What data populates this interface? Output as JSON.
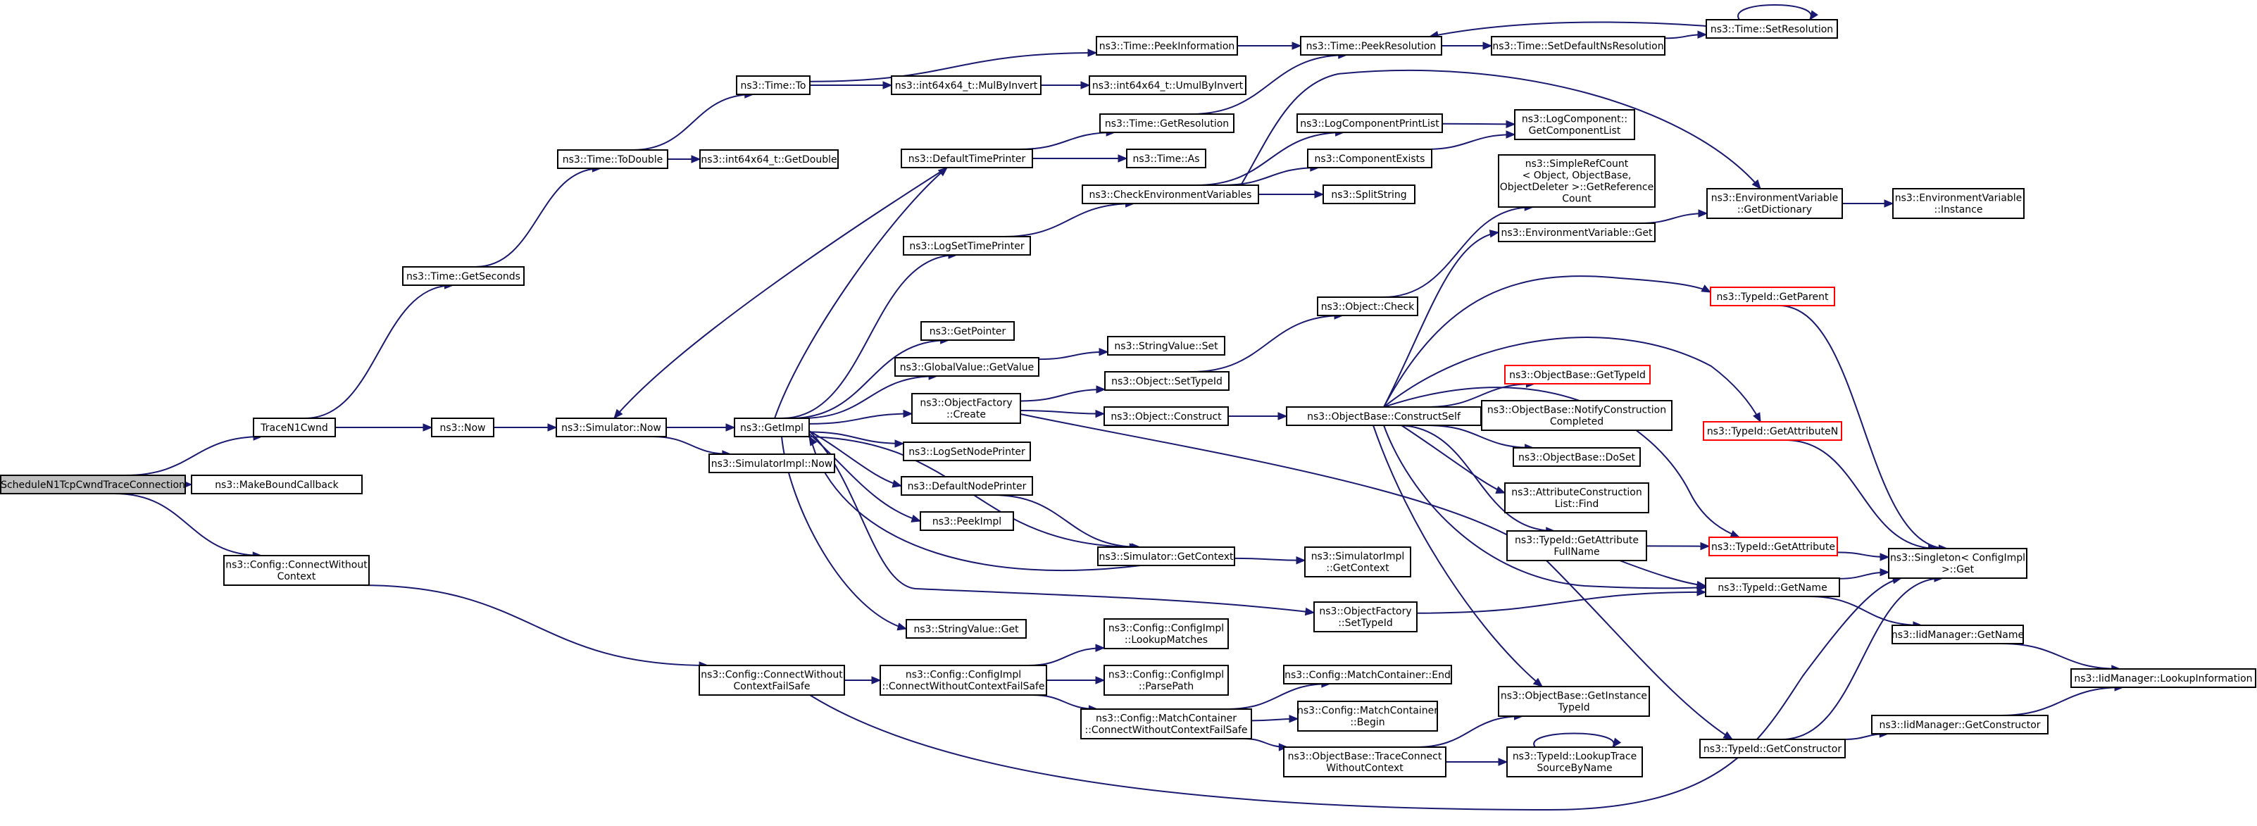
{
  "nodes": [
    {
      "id": "n_root",
      "lines": [
        "ScheduleN1TcpCwndTraceConnection"
      ],
      "style": "root"
    },
    {
      "id": "n_tracen1",
      "lines": [
        "TraceN1Cwnd"
      ]
    },
    {
      "id": "n_makebound",
      "lines": [
        "ns3::MakeBoundCallback"
      ]
    },
    {
      "id": "n_cfgconn",
      "lines": [
        "ns3::Config::ConnectWithout",
        "Context"
      ]
    },
    {
      "id": "n_getseconds",
      "lines": [
        "ns3::Time::GetSeconds"
      ]
    },
    {
      "id": "n_now",
      "lines": [
        "ns3::Now"
      ]
    },
    {
      "id": "n_todouble",
      "lines": [
        "ns3::Time::ToDouble"
      ]
    },
    {
      "id": "n_getdouble",
      "lines": [
        "ns3::int64x64_t::GetDouble"
      ]
    },
    {
      "id": "n_timeto",
      "lines": [
        "ns3::Time::To"
      ]
    },
    {
      "id": "n_mulbyinv",
      "lines": [
        "ns3::int64x64_t::MulByInvert"
      ]
    },
    {
      "id": "n_umulbyinv",
      "lines": [
        "ns3::int64x64_t::UmulByInvert"
      ]
    },
    {
      "id": "n_peekinfo",
      "lines": [
        "ns3::Time::PeekInformation"
      ]
    },
    {
      "id": "n_peekres",
      "lines": [
        "ns3::Time::PeekResolution"
      ]
    },
    {
      "id": "n_setdefres",
      "lines": [
        "ns3::Time::SetDefaultNsResolution"
      ]
    },
    {
      "id": "n_setres",
      "lines": [
        "ns3::Time::SetResolution"
      ]
    },
    {
      "id": "n_simnow",
      "lines": [
        "ns3::Simulator::Now"
      ]
    },
    {
      "id": "n_getimpl",
      "lines": [
        "ns3::GetImpl"
      ]
    },
    {
      "id": "n_simimplnow",
      "lines": [
        "ns3::SimulatorImpl::Now"
      ]
    },
    {
      "id": "n_deftimeprinter",
      "lines": [
        "ns3::DefaultTimePrinter"
      ]
    },
    {
      "id": "n_getres",
      "lines": [
        "ns3::Time::GetResolution"
      ]
    },
    {
      "id": "n_timeas",
      "lines": [
        "ns3::Time::As"
      ]
    },
    {
      "id": "n_checkenv",
      "lines": [
        "ns3::CheckEnvironmentVariables"
      ]
    },
    {
      "id": "n_logcompprint",
      "lines": [
        "ns3::LogComponentPrintList"
      ]
    },
    {
      "id": "n_getcomplist",
      "lines": [
        "ns3::LogComponent::",
        "GetComponentList"
      ]
    },
    {
      "id": "n_compexists",
      "lines": [
        "ns3::ComponentExists"
      ]
    },
    {
      "id": "n_splitstring",
      "lines": [
        "ns3::SplitString"
      ]
    },
    {
      "id": "n_logsettimeprinter",
      "lines": [
        "ns3::LogSetTimePrinter"
      ]
    },
    {
      "id": "n_getpointer",
      "lines": [
        "ns3::GetPointer"
      ]
    },
    {
      "id": "n_globalget",
      "lines": [
        "ns3::GlobalValue::GetValue"
      ]
    },
    {
      "id": "n_stringset",
      "lines": [
        "ns3::StringValue::Set"
      ]
    },
    {
      "id": "n_objfactcreate",
      "lines": [
        "ns3::ObjectFactory",
        "::Create"
      ]
    },
    {
      "id": "n_objsettypeid",
      "lines": [
        "ns3::Object::SetTypeId"
      ]
    },
    {
      "id": "n_objconstruct",
      "lines": [
        "ns3::Object::Construct"
      ]
    },
    {
      "id": "n_logsetnodeprinter",
      "lines": [
        "ns3::LogSetNodePrinter"
      ]
    },
    {
      "id": "n_defnodeprinter",
      "lines": [
        "ns3::DefaultNodePrinter"
      ]
    },
    {
      "id": "n_peekimpl",
      "lines": [
        "ns3::PeekImpl"
      ]
    },
    {
      "id": "n_simgetcontext",
      "lines": [
        "ns3::Simulator::GetContext"
      ]
    },
    {
      "id": "n_simimplgetcontext",
      "lines": [
        "ns3::SimulatorImpl",
        "::GetContext"
      ]
    },
    {
      "id": "n_stringget",
      "lines": [
        "ns3::StringValue::Get"
      ]
    },
    {
      "id": "n_objfactsettypeid",
      "lines": [
        "ns3::ObjectFactory",
        "::SetTypeId"
      ]
    },
    {
      "id": "n_objcheck",
      "lines": [
        "ns3::Object::Check"
      ]
    },
    {
      "id": "n_simplerefcount",
      "lines": [
        "ns3::SimpleRefCount",
        "< Object, ObjectBase,",
        "ObjectDeleter >::GetReference",
        "Count"
      ]
    },
    {
      "id": "n_envget",
      "lines": [
        "ns3::EnvironmentVariable::Get"
      ]
    },
    {
      "id": "n_envgetdict",
      "lines": [
        "ns3::EnvironmentVariable",
        "::GetDictionary"
      ]
    },
    {
      "id": "n_envinstance",
      "lines": [
        "ns3::EnvironmentVariable",
        "::Instance"
      ]
    },
    {
      "id": "n_constructself",
      "lines": [
        "ns3::ObjectBase::ConstructSelf"
      ]
    },
    {
      "id": "n_typeidgetparent",
      "lines": [
        "ns3::TypeId::GetParent"
      ],
      "style": "red"
    },
    {
      "id": "n_objbasegettypeid",
      "lines": [
        "ns3::ObjectBase::GetTypeId"
      ],
      "style": "red"
    },
    {
      "id": "n_notifyconstr",
      "lines": [
        "ns3::ObjectBase::NotifyConstruction",
        "Completed"
      ]
    },
    {
      "id": "n_doset",
      "lines": [
        "ns3::ObjectBase::DoSet"
      ]
    },
    {
      "id": "n_attrconstrfind",
      "lines": [
        "ns3::AttributeConstruction",
        "List::Find"
      ]
    },
    {
      "id": "n_getattrfullname",
      "lines": [
        "ns3::TypeId::GetAttribute",
        "FullName"
      ]
    },
    {
      "id": "n_getattrn",
      "lines": [
        "ns3::TypeId::GetAttributeN"
      ],
      "style": "red"
    },
    {
      "id": "n_getattribute",
      "lines": [
        "ns3::TypeId::GetAttribute"
      ],
      "style": "red"
    },
    {
      "id": "n_singletonget",
      "lines": [
        "ns3::Singleton< ConfigImpl",
        ">::Get"
      ]
    },
    {
      "id": "n_typeidgetname",
      "lines": [
        "ns3::TypeId::GetName"
      ]
    },
    {
      "id": "n_iidgetname",
      "lines": [
        "ns3::IidManager::GetName"
      ]
    },
    {
      "id": "n_iidlookup",
      "lines": [
        "ns3::IidManager::LookupInformation"
      ]
    },
    {
      "id": "n_cfgconnfailsafe",
      "lines": [
        "ns3::Config::ConnectWithout",
        "ContextFailSafe"
      ]
    },
    {
      "id": "n_cfgimplconn",
      "lines": [
        "ns3::Config::ConfigImpl",
        "::ConnectWithoutContextFailSafe"
      ]
    },
    {
      "id": "n_lookupmatches",
      "lines": [
        "ns3::Config::ConfigImpl",
        "::LookupMatches"
      ]
    },
    {
      "id": "n_parsepath",
      "lines": [
        "ns3::Config::ConfigImpl",
        "::ParsePath"
      ]
    },
    {
      "id": "n_matchcontconn",
      "lines": [
        "ns3::Config::MatchContainer",
        "::ConnectWithoutContextFailSafe"
      ]
    },
    {
      "id": "n_matchcontend",
      "lines": [
        "ns3::Config::MatchContainer::End"
      ]
    },
    {
      "id": "n_matchcontbegin",
      "lines": [
        "ns3::Config::MatchContainer",
        "::Begin"
      ]
    },
    {
      "id": "n_getinstancetypeid",
      "lines": [
        "ns3::ObjectBase::GetInstance",
        "TypeId"
      ]
    },
    {
      "id": "n_traceconnect",
      "lines": [
        "ns3::ObjectBase::TraceConnect",
        "WithoutContext"
      ]
    },
    {
      "id": "n_lookuptrace",
      "lines": [
        "ns3::TypeId::LookupTrace",
        "SourceByName"
      ]
    },
    {
      "id": "n_typeidgetconstructor",
      "lines": [
        "ns3::TypeId::GetConstructor"
      ]
    },
    {
      "id": "n_iidgetconstructor",
      "lines": [
        "ns3::IidManager::GetConstructor"
      ]
    }
  ],
  "edges": [
    [
      "n_root",
      "n_tracen1"
    ],
    [
      "n_root",
      "n_makebound"
    ],
    [
      "n_root",
      "n_cfgconn"
    ],
    [
      "n_tracen1",
      "n_getseconds"
    ],
    [
      "n_tracen1",
      "n_now"
    ],
    [
      "n_getseconds",
      "n_todouble"
    ],
    [
      "n_todouble",
      "n_getdouble"
    ],
    [
      "n_todouble",
      "n_timeto"
    ],
    [
      "n_timeto",
      "n_mulbyinv"
    ],
    [
      "n_timeto",
      "n_peekinfo"
    ],
    [
      "n_mulbyinv",
      "n_umulbyinv"
    ],
    [
      "n_peekinfo",
      "n_peekres"
    ],
    [
      "n_peekres",
      "n_setdefres"
    ],
    [
      "n_setdefres",
      "n_setres"
    ],
    [
      "n_setres",
      "n_peekres"
    ],
    [
      "n_setres",
      "n_setres"
    ],
    [
      "n_now",
      "n_simnow"
    ],
    [
      "n_simnow",
      "n_getimpl"
    ],
    [
      "n_simnow",
      "n_simimplnow"
    ],
    [
      "n_getimpl",
      "n_deftimeprinter"
    ],
    [
      "n_getimpl",
      "n_logsettimeprinter"
    ],
    [
      "n_getimpl",
      "n_getpointer"
    ],
    [
      "n_getimpl",
      "n_globalget"
    ],
    [
      "n_getimpl",
      "n_objfactcreate"
    ],
    [
      "n_getimpl",
      "n_logsetnodeprinter"
    ],
    [
      "n_getimpl",
      "n_defnodeprinter"
    ],
    [
      "n_getimpl",
      "n_peekimpl"
    ],
    [
      "n_getimpl",
      "n_simgetcontext"
    ],
    [
      "n_getimpl",
      "n_objfactsettypeid"
    ],
    [
      "n_getimpl",
      "n_stringget"
    ],
    [
      "n_deftimeprinter",
      "n_simnow"
    ],
    [
      "n_deftimeprinter",
      "n_getres"
    ],
    [
      "n_deftimeprinter",
      "n_timeas"
    ],
    [
      "n_getres",
      "n_peekres"
    ],
    [
      "n_logsettimeprinter",
      "n_checkenv"
    ],
    [
      "n_checkenv",
      "n_logcompprint"
    ],
    [
      "n_checkenv",
      "n_compexists"
    ],
    [
      "n_checkenv",
      "n_splitstring"
    ],
    [
      "n_checkenv",
      "n_envgetdict"
    ],
    [
      "n_logcompprint",
      "n_getcomplist"
    ],
    [
      "n_compexists",
      "n_getcomplist"
    ],
    [
      "n_globalget",
      "n_stringset"
    ],
    [
      "n_objfactcreate",
      "n_objsettypeid"
    ],
    [
      "n_objfactcreate",
      "n_objconstruct"
    ],
    [
      "n_objfactcreate",
      "n_typeidgetconstructor"
    ],
    [
      "n_objsettypeid",
      "n_objcheck"
    ],
    [
      "n_objcheck",
      "n_simplerefcount"
    ],
    [
      "n_objconstruct",
      "n_constructself"
    ],
    [
      "n_defnodeprinter",
      "n_simgetcontext"
    ],
    [
      "n_simgetcontext",
      "n_getimpl"
    ],
    [
      "n_simgetcontext",
      "n_simimplgetcontext"
    ],
    [
      "n_objfactsettypeid",
      "n_typeidgetname"
    ],
    [
      "n_constructself",
      "n_envget"
    ],
    [
      "n_constructself",
      "n_typeidgetparent"
    ],
    [
      "n_constructself",
      "n_getattrn"
    ],
    [
      "n_constructself",
      "n_objbasegettypeid"
    ],
    [
      "n_constructself",
      "n_notifyconstr"
    ],
    [
      "n_constructself",
      "n_doset"
    ],
    [
      "n_constructself",
      "n_attrconstrfind"
    ],
    [
      "n_constructself",
      "n_getattrfullname"
    ],
    [
      "n_constructself",
      "n_getattribute"
    ],
    [
      "n_constructself",
      "n_typeidgetname"
    ],
    [
      "n_constructself",
      "n_getinstancetypeid"
    ],
    [
      "n_envget",
      "n_envgetdict"
    ],
    [
      "n_envgetdict",
      "n_envinstance"
    ],
    [
      "n_typeidgetparent",
      "n_singletonget"
    ],
    [
      "n_getattrn",
      "n_singletonget"
    ],
    [
      "n_getattribute",
      "n_singletonget"
    ],
    [
      "n_getattrfullname",
      "n_getattribute"
    ],
    [
      "n_getattrfullname",
      "n_typeidgetname"
    ],
    [
      "n_typeidgetname",
      "n_singletonget"
    ],
    [
      "n_typeidgetname",
      "n_iidgetname"
    ],
    [
      "n_iidgetname",
      "n_iidlookup"
    ],
    [
      "n_typeidgetconstructor",
      "n_singletonget"
    ],
    [
      "n_typeidgetconstructor",
      "n_iidgetconstructor"
    ],
    [
      "n_iidgetconstructor",
      "n_iidlookup"
    ],
    [
      "n_cfgconn",
      "n_cfgconnfailsafe"
    ],
    [
      "n_cfgconnfailsafe",
      "n_cfgimplconn"
    ],
    [
      "n_cfgconnfailsafe",
      "n_singletonget"
    ],
    [
      "n_cfgimplconn",
      "n_lookupmatches"
    ],
    [
      "n_cfgimplconn",
      "n_parsepath"
    ],
    [
      "n_cfgimplconn",
      "n_matchcontconn"
    ],
    [
      "n_matchcontconn",
      "n_matchcontend"
    ],
    [
      "n_matchcontconn",
      "n_matchcontbegin"
    ],
    [
      "n_matchcontconn",
      "n_traceconnect"
    ],
    [
      "n_traceconnect",
      "n_getinstancetypeid"
    ],
    [
      "n_traceconnect",
      "n_lookuptrace"
    ],
    [
      "n_lookuptrace",
      "n_lookuptrace"
    ]
  ]
}
